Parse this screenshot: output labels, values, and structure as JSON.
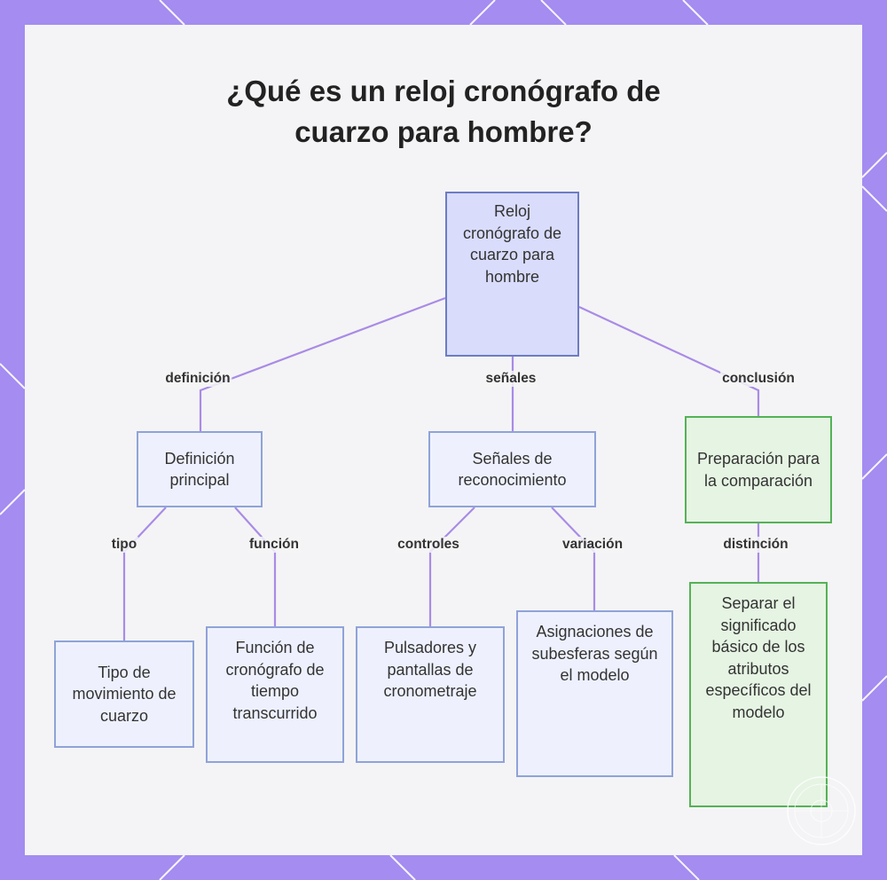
{
  "title": {
    "line1": "¿Qué es un reloj cronógrafo de",
    "line2": "cuarzo para hombre?"
  },
  "colors": {
    "frame": "#a48cf0",
    "card": "#f4f4f6",
    "connector": "#a98be6",
    "node_fill": "#eef1fd",
    "node_border": "#8fa3d8",
    "root_fill": "#d9dcfb",
    "root_border": "#6c7cc4",
    "conclusion_fill": "#e6f4e3",
    "conclusion_border": "#54b256"
  },
  "nodes": {
    "root": "Reloj cronógrafo de cuarzo para hombre",
    "definition": "Definición principal",
    "signals": "Señales de reconocimiento",
    "preparation": "Preparación para la comparación",
    "movement_type": "Tipo de movimiento de cuarzo",
    "chrono_function": "Función de cronógrafo de tiempo transcurrido",
    "pushers": "Pulsadores y pantallas de cronometraje",
    "subdials": "Asignaciones de subesferas según el modelo",
    "separate": "Separar el significado básico de los atributos específicos del modelo"
  },
  "edges": {
    "definicion": "definición",
    "senales": "señales",
    "conclusion": "conclusión",
    "tipo": "tipo",
    "funcion": "función",
    "controles": "controles",
    "variacion": "variación",
    "distincion": "distinción"
  }
}
